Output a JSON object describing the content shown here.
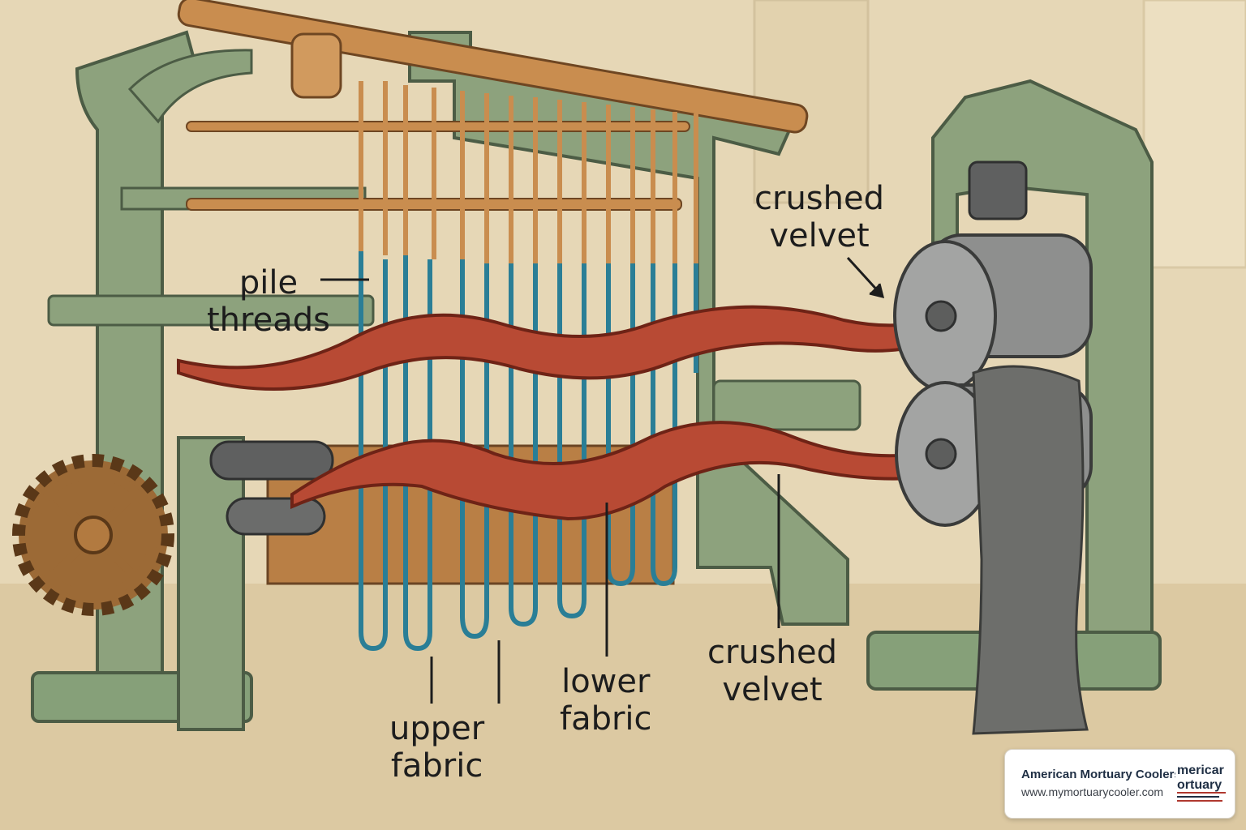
{
  "labels": {
    "pile_threads": [
      "pile",
      "threads"
    ],
    "crushed_velvet_top": [
      "crushed",
      "velvet"
    ],
    "upper_fabric": [
      "upper",
      "fabric"
    ],
    "lower_fabric": [
      "lower",
      "fabric"
    ],
    "crushed_velvet_bottom": [
      "crushed",
      "velvet"
    ]
  },
  "watermark": {
    "company": "American Mortuary Coolers",
    "url": "www.mymortuarycooler.com",
    "logo_text": [
      "mericar",
      "ortuary"
    ]
  },
  "colors": {
    "background": "#e6d7b6",
    "loom_frame": "#8da27d",
    "fabric": "#b84a34",
    "pile_thread": "#2a7e96",
    "warp_rod": "#c98d4f",
    "roller": "#8e8f8e",
    "crushed_pile": "#6d6e6b"
  }
}
